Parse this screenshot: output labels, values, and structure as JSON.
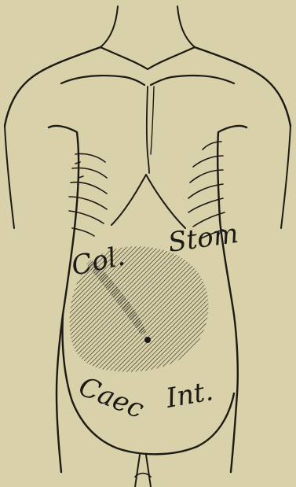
{
  "figure": {
    "background": "#d9d1aa",
    "ink_color": "#1c1a14",
    "labels": {
      "colon": "Col.",
      "stomach": "Stom",
      "caecum": "Caec",
      "intestine": "Int."
    }
  }
}
